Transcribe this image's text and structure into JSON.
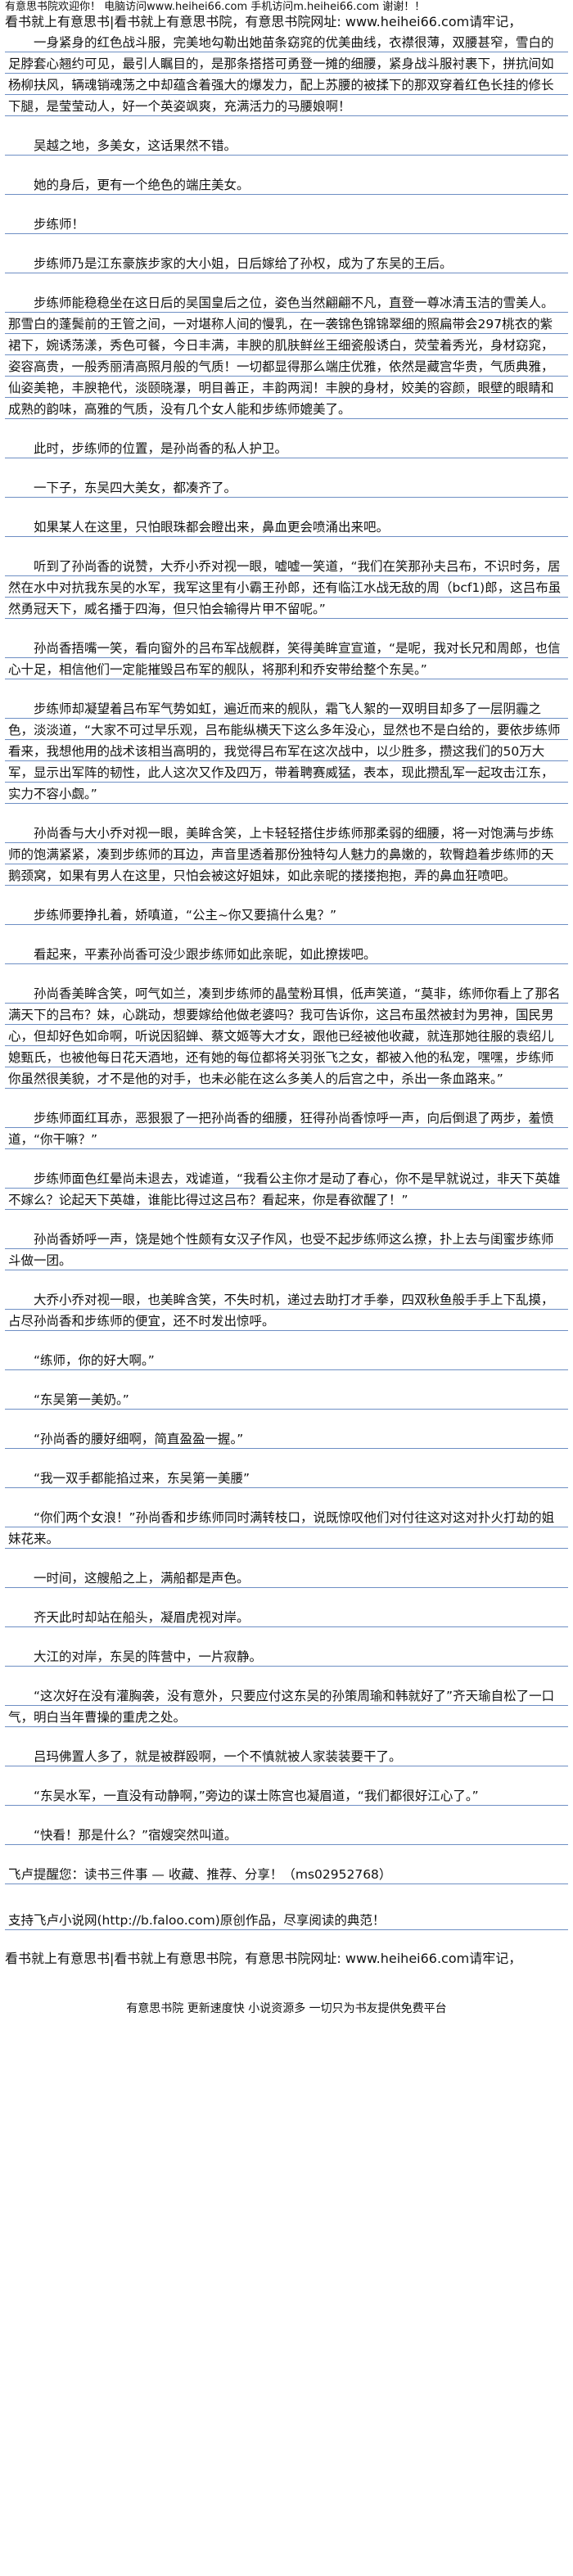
{
  "header": {
    "top_line": "有意思书院欢迎你！ 电脑访问www.heihei66.com  手机访问m.heihei66.com 谢谢！！",
    "banner": "看书就上有意思书|看书就上有意思书院，有意思书院网址: www.heihei66.com请牢记，"
  },
  "paragraphs": [
    "一身紧身的红色战斗服，完美地勾勒出她苗条窈窕的优美曲线，衣襟很薄，双腰甚窄，雪白的足脖套心翘约可见，最引人瞩目的，是那条搭搭可勇登一摊的细腰，紧身战斗服衬裹下，拼抗间如杨柳扶风，辆魂销魂荡之中却蕴含着强大的爆发力，配上苏腰的被揉下的那双穿着红色长挂的修长下腿，是莹莹动人，好一个英姿飒爽，充满活力的马腰娘啊！",
    "吴越之地，多美女，这话果然不错。",
    "她的身后，更有一个绝色的端庄美女。",
    "步练师！",
    "步练师乃是江东豪族步家的大小姐，日后嫁给了孙权，成为了东吴的王后。",
    "步练师能稳稳坐在这日后的吴国皇后之位，姿色当然翩翩不凡，直登一尊冰清玉洁的雪美人。那雪白的蓬鬓前的王管之间，一对堪称人间的慢乳，在一袭锦色锦锦翠细的照扁带会297桃衣的紫裙下，婉诱荡漾，秀色可餐，今日丰满，丰腴的肌肤鲜丝王细瓷般诱白，荧莹着秀光，身材窈窕，姿容高贵，一般秀丽清高照月般的气质！一切都显得那么端庄优雅，依然是藏宫华贵，气质典雅，仙姿美艳，丰腴艳代，淡颐晓瀑，明目善正，丰韵两润！丰腴的身材，姣美的容颜，眼壁的眼睛和成熟的韵味，高雅的气质，没有几个女人能和步练师媲美了。",
    "此时，步练师的位置，是孙尚香的私人护卫。",
    "一下子，东吴四大美女，都凑齐了。",
    "如果某人在这里，只怕眼珠都会瞪出来，鼻血更会喷涌出来吧。",
    "听到了孙尚香的说赞，大乔小乔对视一眼，嘘嘘一笑道，“我们在笑那孙夫吕布，不识时务，居然在水中对抗我东吴的水军，我军这里有小霸王孙郎，还有临江水战无敌的周（bcf1)郎，这吕布虽然勇冠天下，威名播于四海，但只怕会输得片甲不留呢。”",
    "孙尚香捂嘴一笑，看向窗外的吕布军战舰群，笑得美眸宣宣道，“是呢，我对长兄和周郎，也信心十足，相信他们一定能摧毁吕布军的舰队，将那利和乔安带给整个东吴。”",
    "步练师却凝望着吕布军气势如虹，遍近而来的舰队，霜飞人絮的一双明目却多了一层阴霾之色，淡淡道，“大家不可过早乐观，吕布能纵横天下这么多年没心，显然也不是白给的，要依步练师看来，我想他用的战术该相当高明的，我觉得吕布军在这次战中，以少胜多，攒这我们的50万大军，显示出军阵的韧性，此人这次又作及四万，带着聘赛威猛，表本，现此攒乱军一起攻击江东，实力不容小觑。”",
    "孙尚香与大小乔对视一眼，美眸含笑，上卡轻轻搭住步练师那柔弱的细腰，将一对饱满与步练师的饱满紧紧，凑到步练师的耳边，声音里透着那份独特勾人魅力的鼻嫩的，软臀趋着步练师的天鹅颈窝，如果有男人在这里，只怕会被这好姐妹，如此亲昵的搂搂抱抱，弄的鼻血狂喷吧。",
    "步练师要挣扎着，娇嗔道，“公主~你又要搞什么鬼？”",
    "看起来，平素孙尚香可没少跟步练师如此亲昵，如此撩拨吧。",
    "孙尚香美眸含笑，呵气如兰，凑到步练师的晶莹粉耳惧，低声笑道，“莫非，练师你看上了那名满天下的吕布？妹，心跳动，想要嫁给他做老婆吗？我可告诉你，这吕布虽然被封为男神，国民男心，但却好色如命啊，听说因貂蝉、蔡文姬等大才女，跟他已经被他收藏，就连那她往服的袁绍儿媳甄氏，也被他每日花天酒地，还有她的每位都将关羽张飞之女，都被入他的私宠，嘿嘿，步练师你虽然很美貌，才不是他的对手，也未必能在这么多美人的后宫之中，杀出一条血路来。”",
    "步练师面红耳赤，恶狠狠了一把孙尚香的细腰，狂得孙尚香惊呼一声，向后倒退了两步，羞愤道，“你干嘛？”",
    "步练师面色红晕尚未退去，戏谑道，“我看公主你才是动了春心，你不是早就说过，非天下英雄不嫁么？论起天下英雄，谁能比得过这吕布？看起来，你是春欲醒了！”",
    "孙尚香娇呼一声，饶是她个性颇有女汉子作风，也受不起步练师这么撩，扑上去与闺蜜步练师斗做一团。",
    "大乔小乔对视一眼，也美眸含笑，不失时机，递过去助打才手拳，四双秋鱼般手手上下乱摸，占尽孙尚香和步练师的便宜，还不时发出惊呼。",
    "“练师，你的好大啊。”",
    "“东吴第一美奶。”",
    "“孙尚香的腰好细啊，简直盈盈一握。”",
    "“我一双手都能掐过来，东吴第一美腰”",
    "“你们两个女浪！”孙尚香和步练师同时满转枝口，说既惊叹他们对付往这对这对扑火打劫的姐妹花来。",
    "一时间，这艘船之上，满船都是声色。",
    "齐天此时却站在船头，凝眉虎视对岸。",
    "大江的对岸，东吴的阵营中，一片寂静。",
    "“这次好在没有灌胸袭，没有意外，只要应付这东吴的孙策周瑜和韩就好了”齐天瑜自松了一口气，明白当年曹操的重虎之处。",
    "吕玛佛置人多了，就是被群殴啊，一个不慎就被人家装装要干了。",
    "“东吴水军，一直没有动静啊，”旁边的谋士陈宫也凝眉道，“我们都很好江心了。”",
    "“快看！那是什么？”宿嫂突然叫道。"
  ],
  "footer": {
    "line1": "飞卢提醒您：读书三件事 — 收藏、推荐、分享！（ms02952768）",
    "line2": "支持飞卢小说网(http://b.faloo.com)原创作品，尽享阅读的典范！",
    "banner": "看书就上有意思书|看书就上有意思书院，有意思书院网址: www.heihei66.com请牢记，",
    "note": "有意思书院 更新速度快 小说资源多 一切只为书友提供免费平台"
  }
}
